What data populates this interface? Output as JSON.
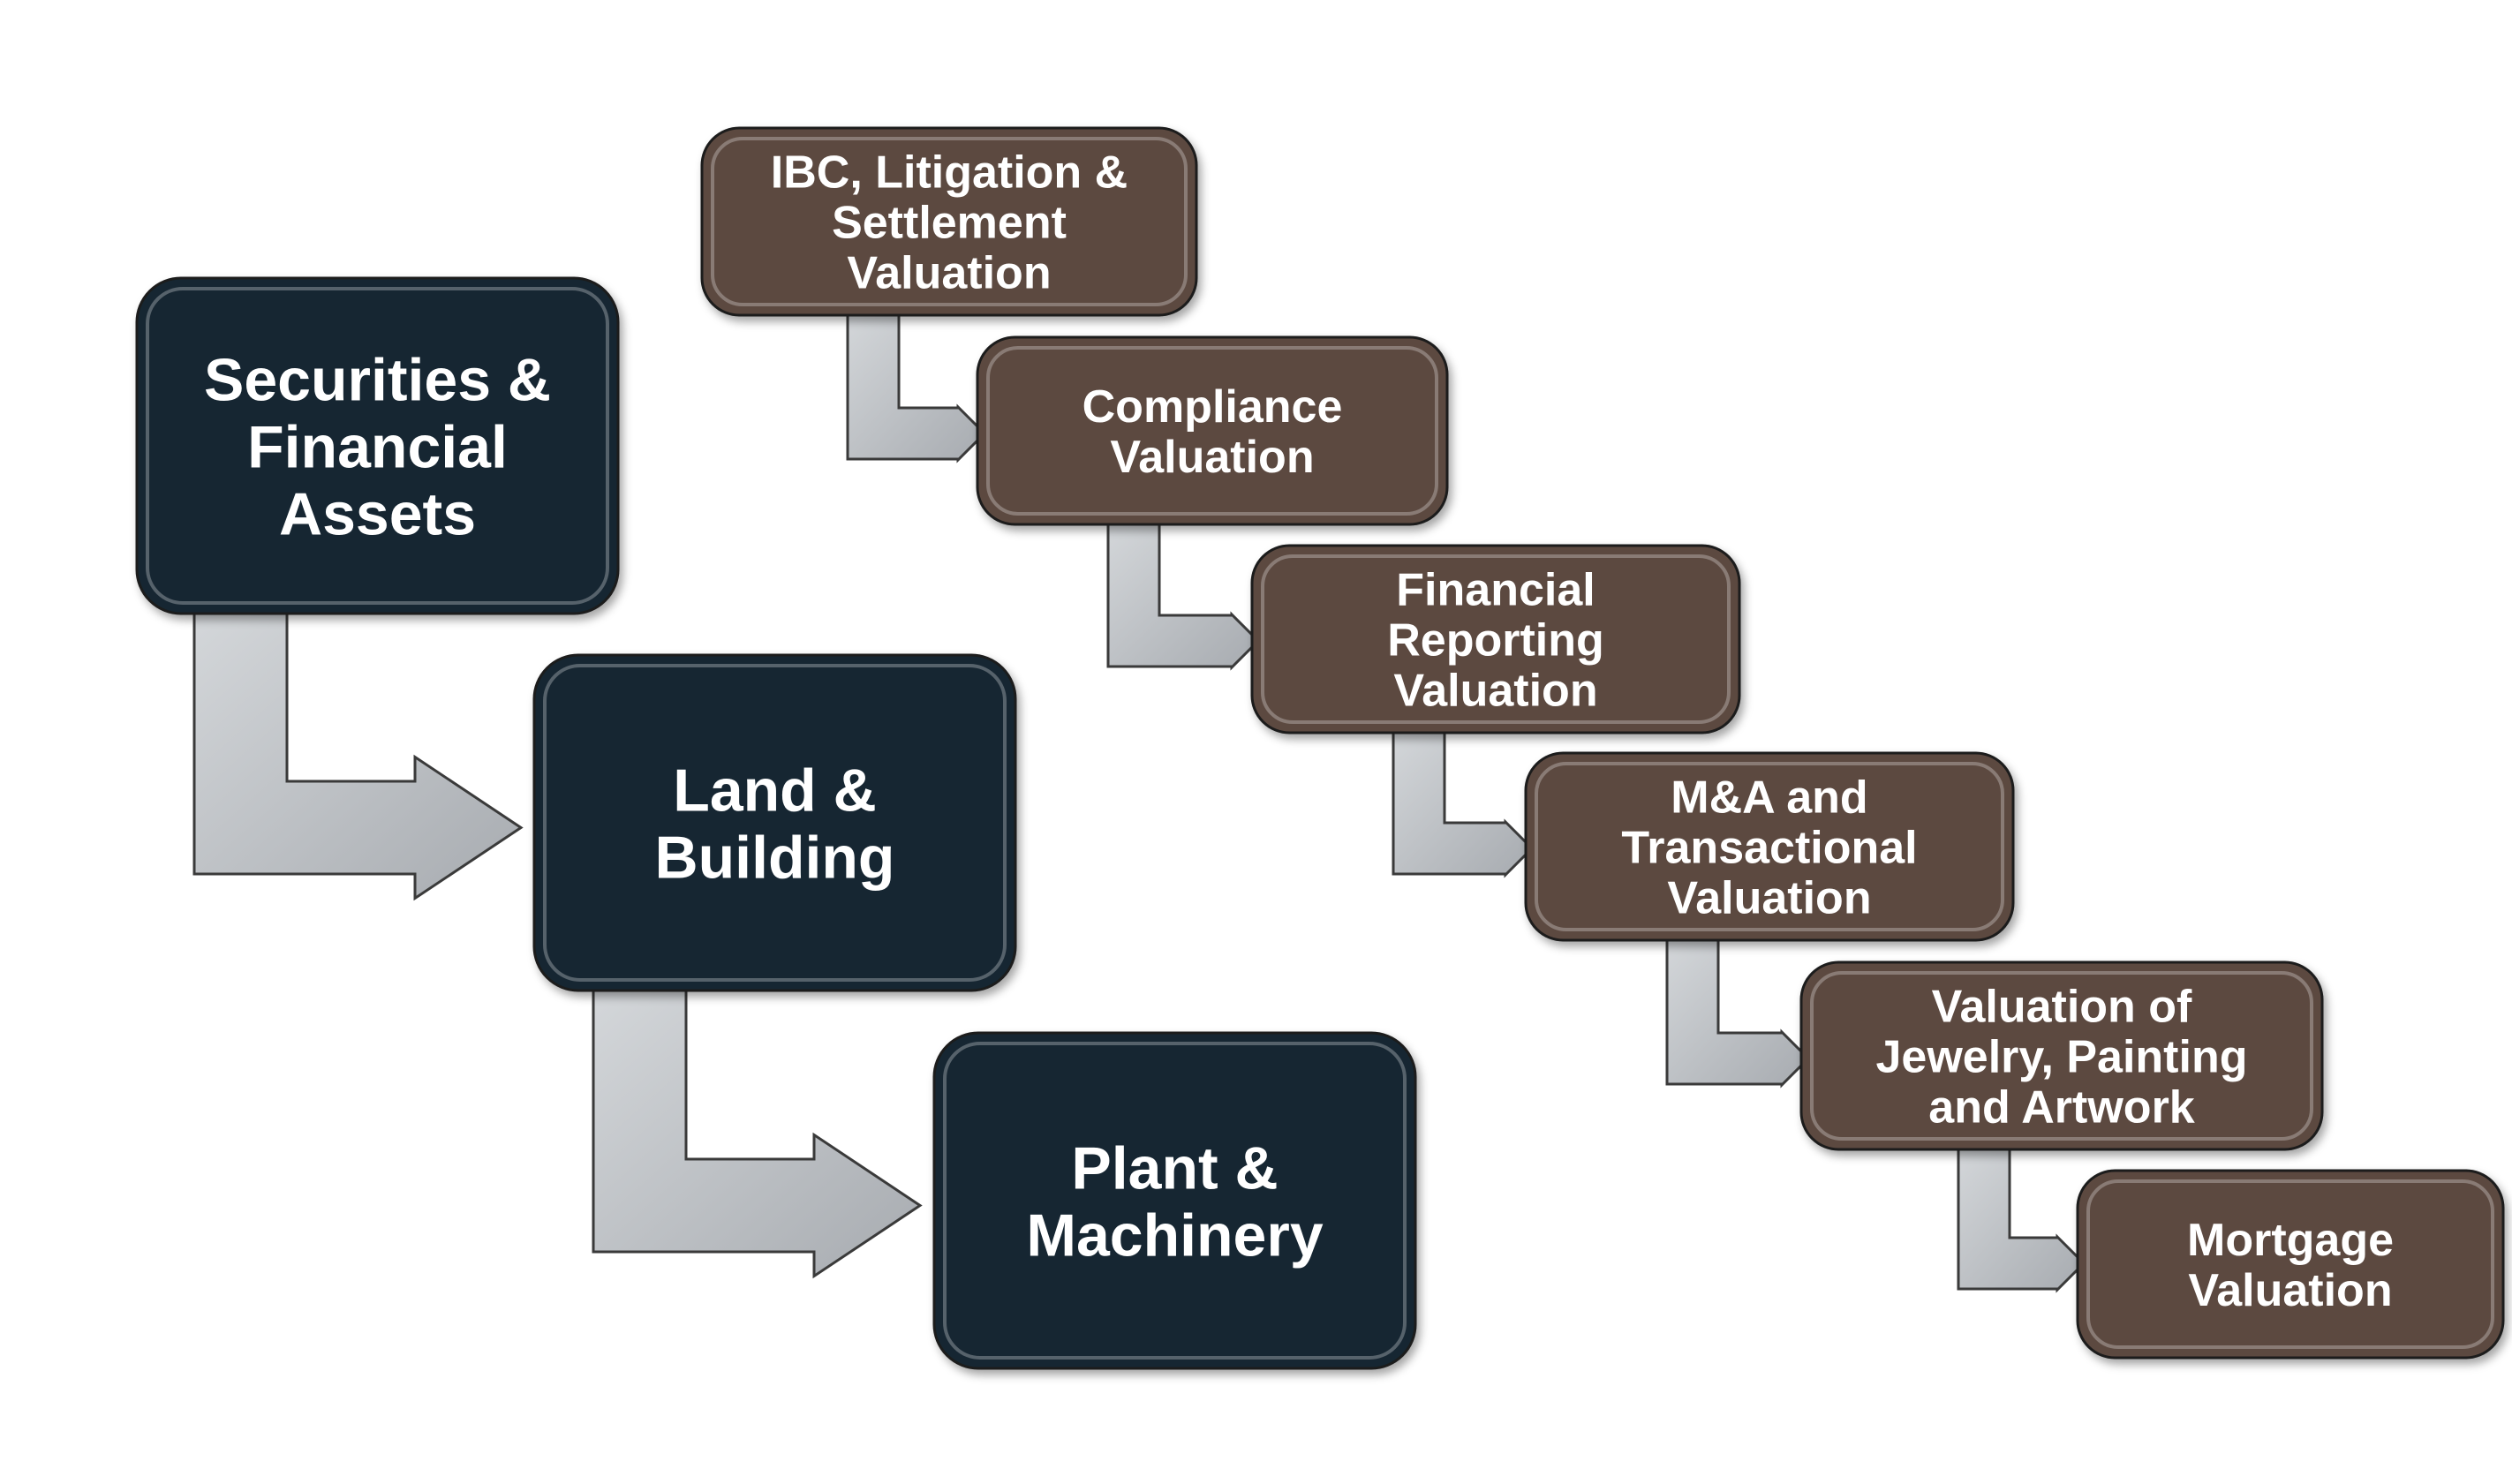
{
  "colors": {
    "background": "#ffffff",
    "asset_box_fill": "#182830",
    "service_box_fill": "#5c4940",
    "box_text": "#ffffff",
    "connector_fill": "#bfc2c6",
    "connector_stroke": "#3a3a3a"
  },
  "asset_classes": [
    {
      "label_lines": [
        "Securities &",
        "Financial",
        "Assets"
      ]
    },
    {
      "label_lines": [
        "Land &",
        "Building"
      ]
    },
    {
      "label_lines": [
        "Plant &",
        "Machinery"
      ]
    }
  ],
  "valuation_services": [
    {
      "label_lines": [
        "IBC, Litigation &",
        "Settlement",
        "Valuation"
      ]
    },
    {
      "label_lines": [
        "Compliance",
        "Valuation"
      ]
    },
    {
      "label_lines": [
        "Financial",
        "Reporting",
        "Valuation"
      ]
    },
    {
      "label_lines": [
        "M&A and",
        "Transactional",
        "Valuation"
      ]
    },
    {
      "label_lines": [
        "Valuation of",
        "Jewelry, Painting",
        "and Artwork"
      ]
    },
    {
      "label_lines": [
        "Mortgage",
        "Valuation"
      ]
    }
  ]
}
